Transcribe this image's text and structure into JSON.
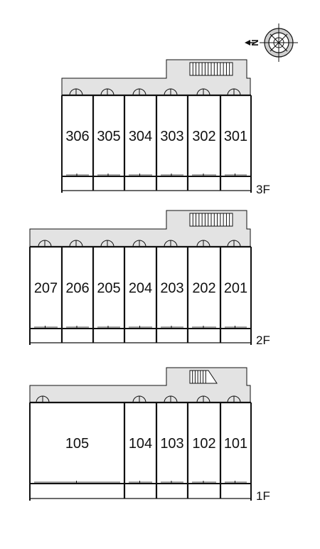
{
  "compass": {
    "north_label": "N",
    "icon": "compass-rose-icon"
  },
  "colors": {
    "corridor": "#e3e3e3",
    "wall": "#111111",
    "window": "#444444"
  },
  "floors": [
    {
      "label": "3F",
      "units": [
        "306",
        "305",
        "304",
        "303",
        "302",
        "301"
      ]
    },
    {
      "label": "2F",
      "units": [
        "207",
        "206",
        "205",
        "204",
        "203",
        "202",
        "201"
      ]
    },
    {
      "label": "1F",
      "units": [
        "105",
        "104",
        "103",
        "102",
        "101"
      ]
    }
  ]
}
